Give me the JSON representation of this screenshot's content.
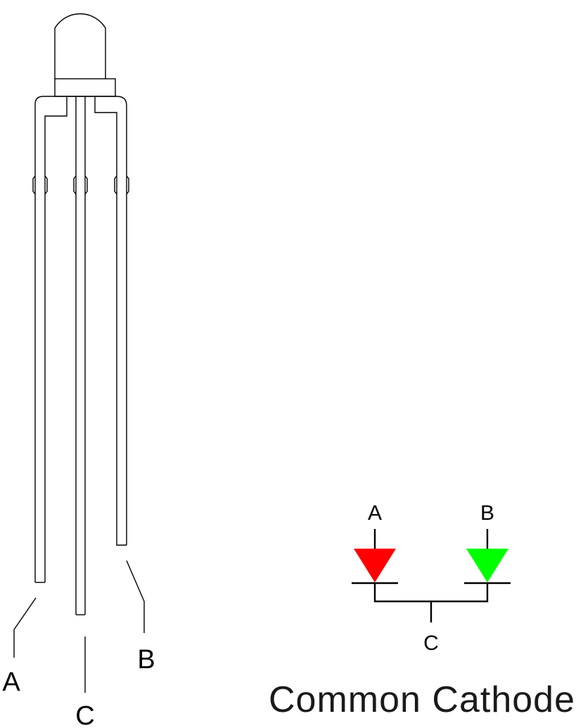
{
  "drawing": {
    "pin_labels": {
      "a": "A",
      "c": "C",
      "b": "B"
    }
  },
  "symbol": {
    "anode_a_label": "A",
    "anode_b_label": "B",
    "cathode_label": "C",
    "anode_a_color": "#ff0000",
    "anode_b_color": "#00ff00"
  },
  "caption": "Common Cathode"
}
